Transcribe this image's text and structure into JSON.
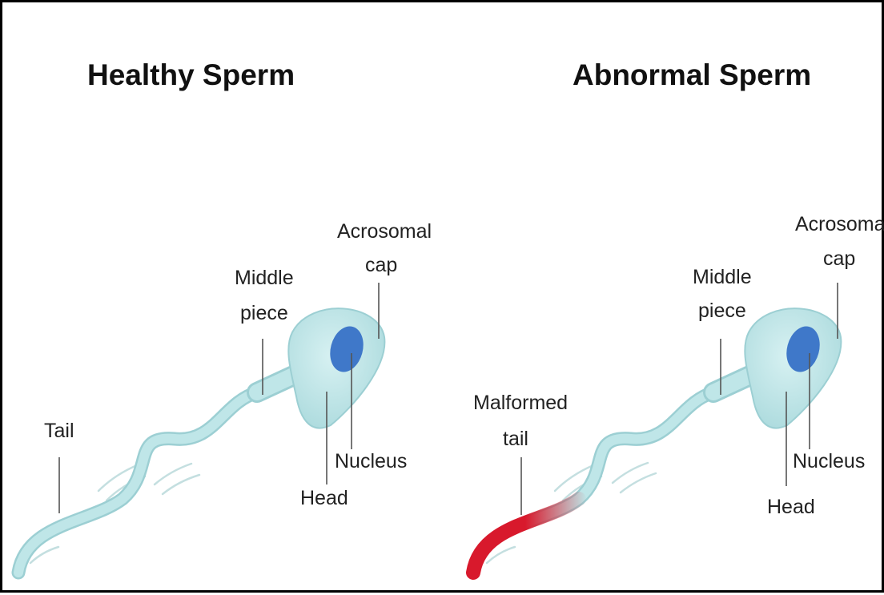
{
  "healthy": {
    "title": "Healthy Sperm",
    "labels": {
      "acrosomal_line1": "Acrosomal",
      "acrosomal_line2": "cap",
      "middle_line1": "Middle",
      "middle_line2": "piece",
      "tail": "Tail",
      "nucleus": "Nucleus",
      "head": "Head"
    }
  },
  "abnormal": {
    "title": "Abnormal Sperm",
    "labels": {
      "acrosomal_line1": "Acrosomal",
      "acrosomal_line2": "cap",
      "middle_line1": "Middle",
      "middle_line2": "piece",
      "malformed_line1": "Malformed",
      "malformed_line2": "tail",
      "nucleus": "Nucleus",
      "head": "Head"
    }
  },
  "colors": {
    "body": "#bfe6e8",
    "body_outline": "#9ccfd3",
    "nucleus": "#3f78c9",
    "malformed_tail": "#d8192c",
    "leader_lines": "#555555"
  }
}
